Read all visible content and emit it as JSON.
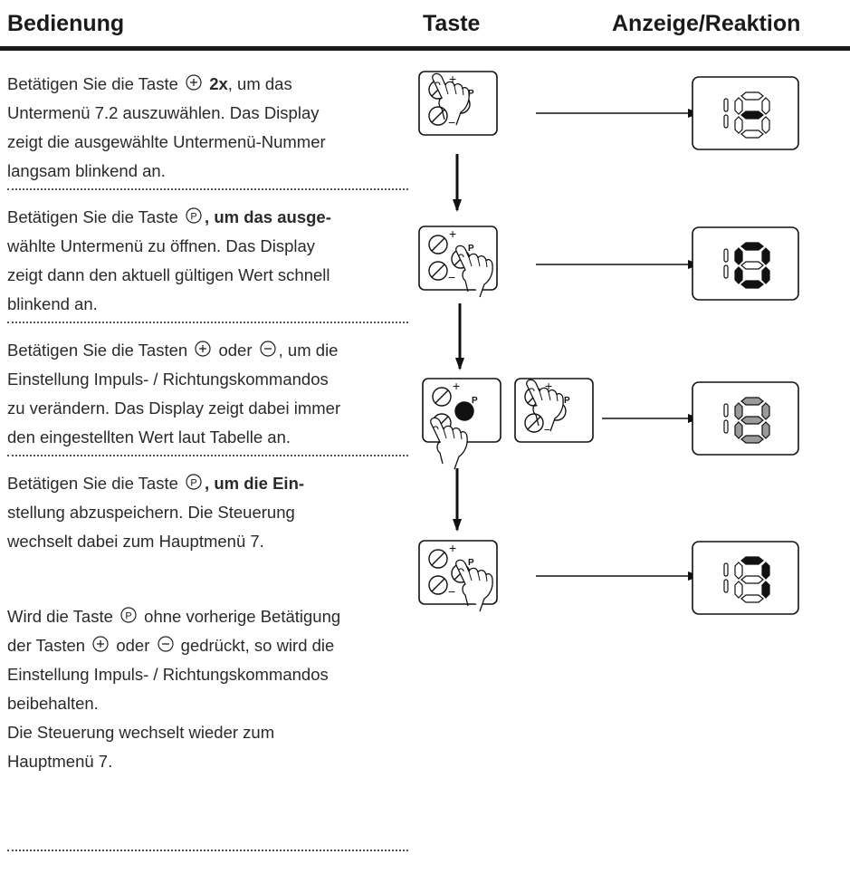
{
  "header": {
    "col1": "Bedienung",
    "col2": "Taste",
    "col3": "Anzeige/Reaktion"
  },
  "steps": [
    {
      "pre": "Betätigen Sie die Taste",
      "count": "2x",
      "rest": ", um das",
      "lines": [
        "Untermenü 7.2 auszuwählen. Das Display",
        "zeigt die ausgewählte Untermenü-Nummer",
        "langsam blinkend an."
      ]
    },
    {
      "pre": "Betätigen Sie die Taste",
      "rest": ", um das ausge-",
      "lines": [
        "wählte Untermenü zu öffnen. Das Display",
        "zeigt dann den aktuell gültigen Wert schnell",
        "blinkend an."
      ]
    },
    {
      "pre": "Betätigen Sie die Tasten",
      "mid": "oder",
      "rest": ", um die",
      "lines": [
        "Einstellung Impuls- / Richtungskommandos",
        "zu verändern. Das Display zeigt dabei immer",
        "den eingestellten Wert laut Tabelle an."
      ]
    },
    {
      "pre": "Betätigen Sie die Taste",
      "rest": ", um die Ein-",
      "lines": [
        "stellung abzuspeichern. Die Steuerung",
        "wechselt dabei zum Hauptmenü 7."
      ]
    }
  ],
  "note": {
    "pre": "Wird die Taste",
    "rest": " ohne vorherige Betätigung",
    "line2_pre": "der Tasten",
    "line2_mid": "oder",
    "line2_rest": " gedrückt, so wird die",
    "lines": [
      "Einstellung Impuls- / Richtungskommandos",
      "beibehalten.",
      "Die Steuerung wechselt wieder zum",
      "Hauptmenü 7."
    ]
  },
  "key_symbols": {
    "plus": "+",
    "minus": "−",
    "program": "P"
  },
  "icons": [
    "plus-key-icon",
    "minus-key-icon",
    "p-key-icon",
    "pressing-hand-icon",
    "seven-segment-display-icon",
    "arrow-right-icon",
    "arrow-down-icon"
  ]
}
